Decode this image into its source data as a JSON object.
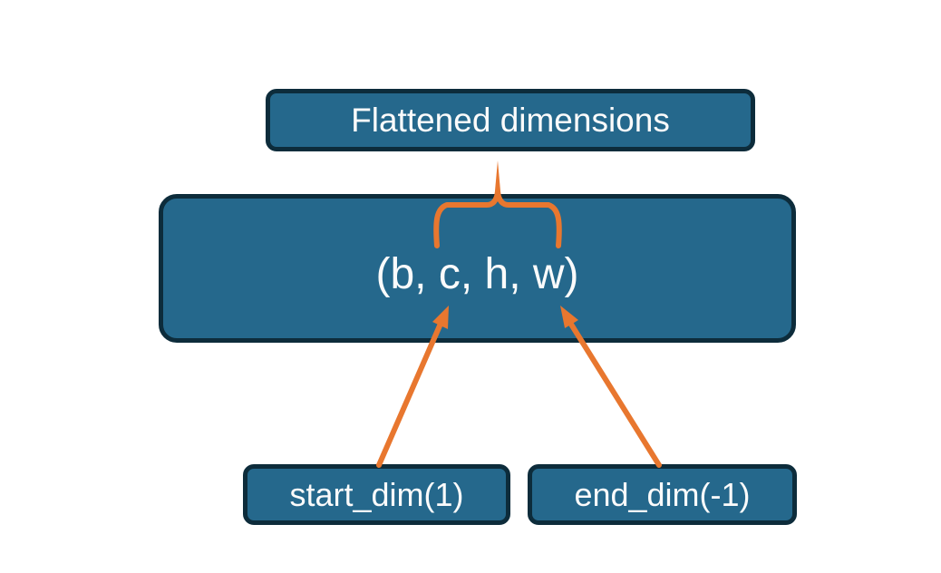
{
  "diagram": {
    "nodes": {
      "flattened": {
        "label": "Flattened dimensions"
      },
      "tensor": {
        "label": "(b, c, h, w)"
      },
      "start_dim": {
        "label": "start_dim(1)"
      },
      "end_dim": {
        "label": "end_dim(-1)"
      }
    },
    "connectors": [
      {
        "name": "curly-brace",
        "from": "flattened",
        "to": "tensor",
        "style": "brace"
      },
      {
        "name": "arrow-start-dim",
        "from": "start_dim",
        "to": "tensor",
        "style": "arrow"
      },
      {
        "name": "arrow-end-dim",
        "from": "end_dim",
        "to": "tensor",
        "style": "arrow"
      }
    ],
    "colors": {
      "node-fill": "#25688C",
      "node-border": "#0D2C3B",
      "node-text": "#FBFBFB",
      "connector": "#E8772F",
      "background": "#FFFFFF"
    }
  }
}
